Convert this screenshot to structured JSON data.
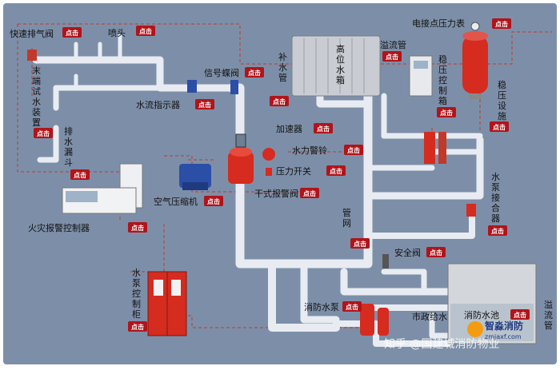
{
  "colors": {
    "background": "#7d8fa8",
    "pipe": "#e8ecf2",
    "pipe_edge": "#9aa3b0",
    "dashed_line": "#c0392b",
    "red_device": "#d62b1f",
    "hotspot": "#b0141a",
    "tank": "#c9ccd2"
  },
  "hotspot_label": "点击",
  "labels": {
    "quick_exhaust_valve": "快速排气阀",
    "sprinkler_head": "喷头",
    "terminal_test": [
      "末",
      "端",
      "试",
      "水",
      "装",
      "置"
    ],
    "drain_funnel": [
      "排",
      "水",
      "漏",
      "斗"
    ],
    "water_flow_indicator": "水流指示器",
    "signal_butterfly_valve": "信号蝶阀",
    "makeup_pipe": [
      "补",
      "水",
      "管"
    ],
    "high_tank": [
      "高",
      "位",
      "水",
      "箱"
    ],
    "overflow_pipe": "溢流管",
    "contact_pressure_gauge": "电接点压力表",
    "stabilizer_control_box": [
      "稳",
      "压",
      "控",
      "制",
      "箱"
    ],
    "pressure_stabilizer": [
      "稳",
      "压",
      "设",
      "施"
    ],
    "accelerator": "加速器",
    "hydraulic_alarm_bell": "水力警铃",
    "pressure_switch": "压力开关",
    "dry_alarm_valve": "干式报警阀",
    "air_compressor": "空气压缩机",
    "fire_alarm_controller": "火灾报警控制器",
    "pipe_network": [
      "管",
      "网"
    ],
    "pump_adapter": [
      "水",
      "泵",
      "接",
      "合",
      "器"
    ],
    "safety_valve": "安全阀",
    "pump_control_cabinet": [
      "水",
      "泵",
      "控",
      "制",
      "柜"
    ],
    "fire_pump": "消防水泵",
    "municipal_supply": "市政给水",
    "fire_pool": "消防水池",
    "overflow_right": [
      "溢",
      "流",
      "管"
    ]
  },
  "watermark": {
    "text": "知乎 @国建城消防物业",
    "logo_text": "智淼消防",
    "logo_url": "zmjaxf.com"
  }
}
